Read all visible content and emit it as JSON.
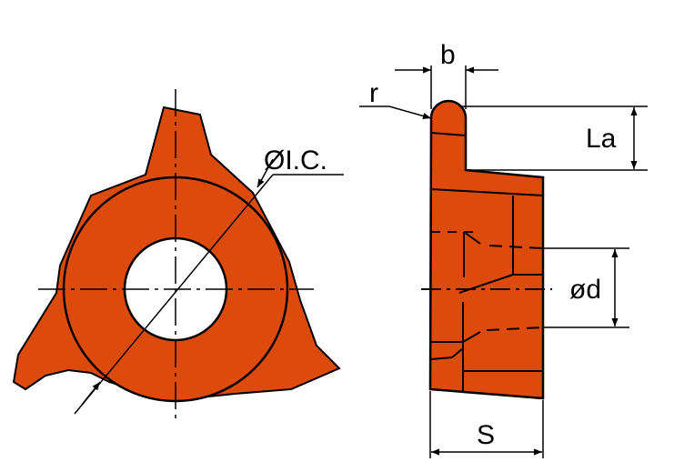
{
  "colors": {
    "insert_fill": "#DD4B0C",
    "line": "#000000"
  },
  "labels": {
    "ic": "ØI.C.",
    "b": "b",
    "r": "r",
    "la": "La",
    "d": "ød",
    "s": "S"
  }
}
